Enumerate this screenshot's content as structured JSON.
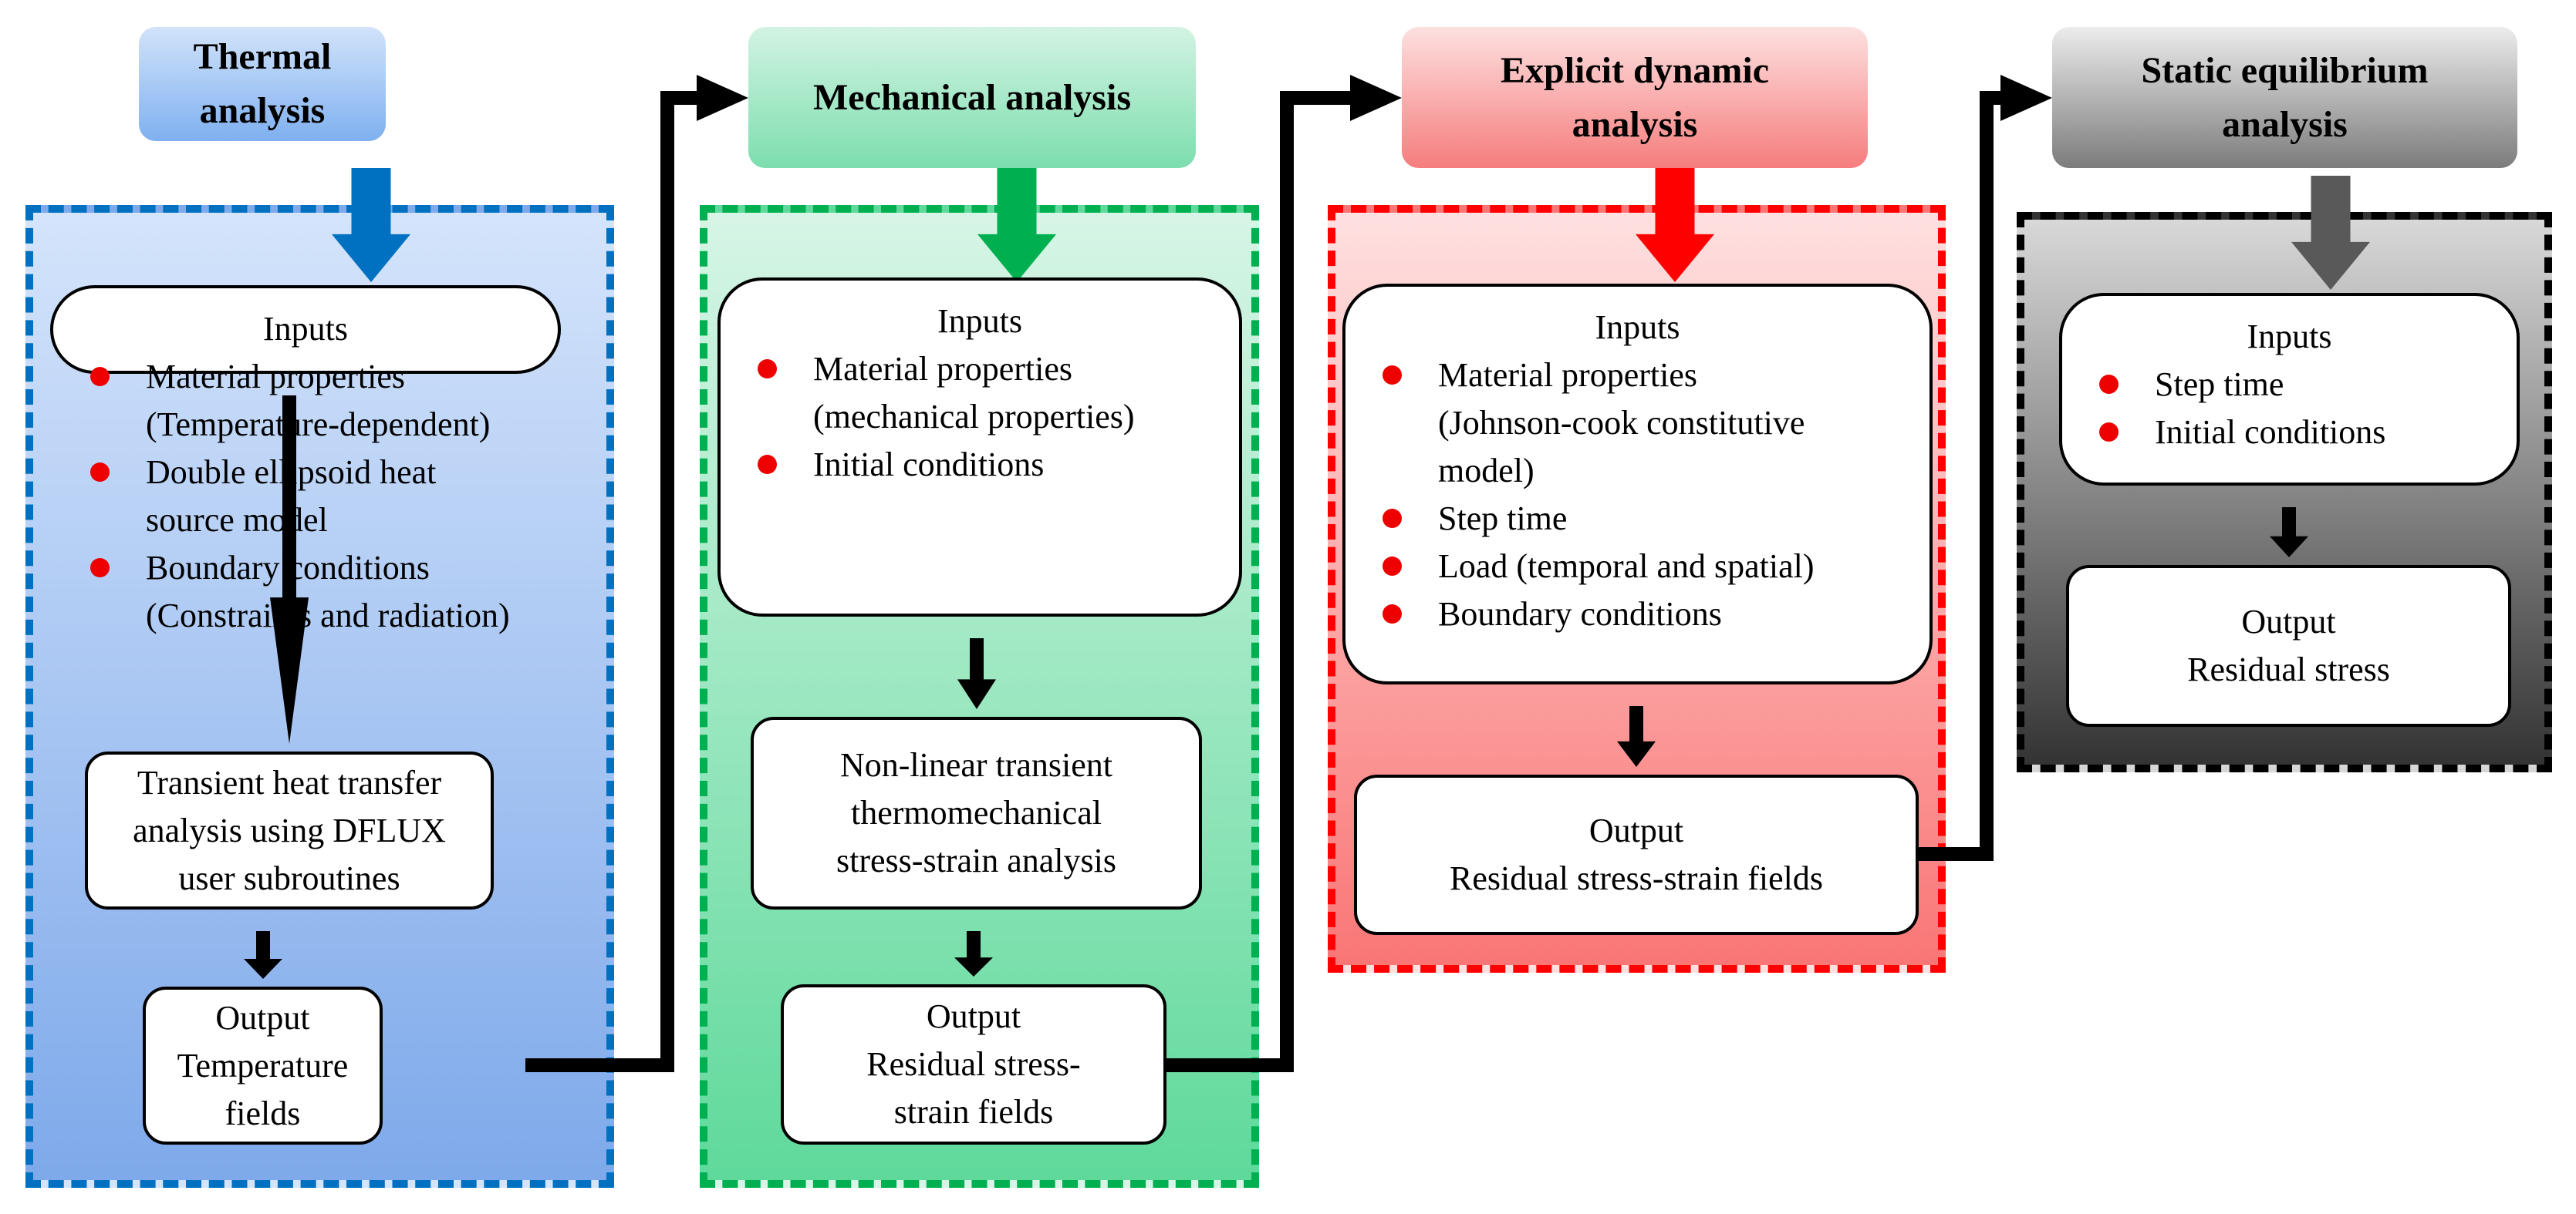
{
  "stages": [
    {
      "title_lines": [
        "Thermal analysis"
      ],
      "colors": {
        "title_top": "#d2e3fa",
        "title_bottom": "#7fb0f0",
        "panel_top": "#d4e4fb",
        "panel_bottom": "#7ea9ea",
        "border": "#0070c0",
        "arrow": "#0070c0"
      },
      "inputs": {
        "heading": "Inputs",
        "items": [
          [
            "Material properties",
            "(Temperature-dependent)"
          ],
          [
            "Double ellipsoid heat",
            "source model"
          ],
          [
            "Boundary conditions",
            "(Constraints and radiation)"
          ]
        ]
      },
      "process_lines": [
        "Transient heat transfer",
        "analysis using DFLUX",
        "user subroutines"
      ],
      "output_lines": [
        "Output",
        "Temperature fields"
      ]
    },
    {
      "title_lines": [
        "Mechanical analysis"
      ],
      "colors": {
        "title_top": "#d3f3e3",
        "title_bottom": "#7cdeae",
        "panel_top": "#d7f5e6",
        "panel_bottom": "#5fd99b",
        "border": "#00b050",
        "arrow": "#00b050"
      },
      "inputs": {
        "heading": "Inputs",
        "items": [
          [
            "Material properties",
            "(mechanical properties)"
          ],
          [
            "Initial conditions"
          ]
        ]
      },
      "process_lines": [
        "Non-linear transient",
        "thermomechanical",
        "stress-strain analysis"
      ],
      "output_lines": [
        "Output",
        "Residual stress-",
        "strain fields"
      ]
    },
    {
      "title_lines": [
        "Explicit dynamic",
        "analysis"
      ],
      "colors": {
        "title_top": "#fde0e0",
        "title_bottom": "#f67d7d",
        "panel_top": "#fee0e0",
        "panel_bottom": "#fa7676",
        "border": "#ff0000",
        "arrow": "#ff0000"
      },
      "inputs": {
        "heading": "Inputs",
        "items": [
          [
            "Material properties",
            "(Johnson-cook constitutive",
            "model)"
          ],
          [
            "Step time"
          ],
          [
            "Load (temporal and spatial)"
          ],
          [
            "Boundary conditions"
          ]
        ]
      },
      "output_lines": [
        "Output",
        "Residual stress-strain fields"
      ]
    },
    {
      "title_lines": [
        "Static equilibrium",
        "analysis"
      ],
      "colors": {
        "title_top": "#ececec",
        "title_bottom": "#7c7c7c",
        "panel_top": "#d8d8d8",
        "panel_bottom": "#333333",
        "border": "#000000",
        "arrow": "#595959"
      },
      "inputs": {
        "heading": "Inputs",
        "items": [
          [
            "Step time"
          ],
          [
            "Initial conditions"
          ]
        ]
      },
      "output_lines": [
        "Output",
        "Residual stress"
      ]
    }
  ],
  "bullet_color": "#ee0000",
  "connector_color": "#000000"
}
